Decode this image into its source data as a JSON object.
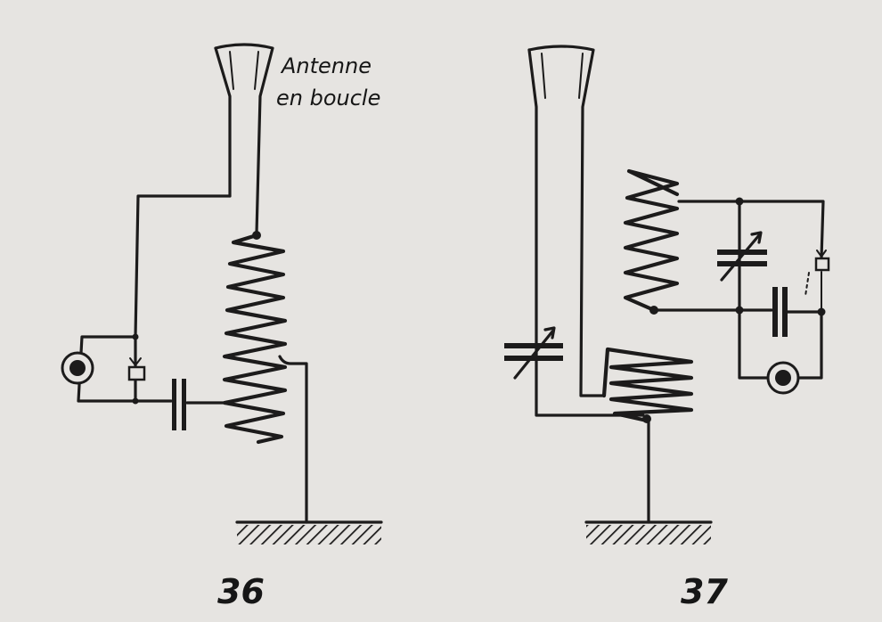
{
  "labels": {
    "antenna_line1": "Antenne",
    "antenna_line2": "en boucle"
  },
  "figures": [
    {
      "number": "36"
    },
    {
      "number": "37"
    }
  ],
  "colors": {
    "ink": "#1c1b1b",
    "paper": "#e6e4e1"
  }
}
